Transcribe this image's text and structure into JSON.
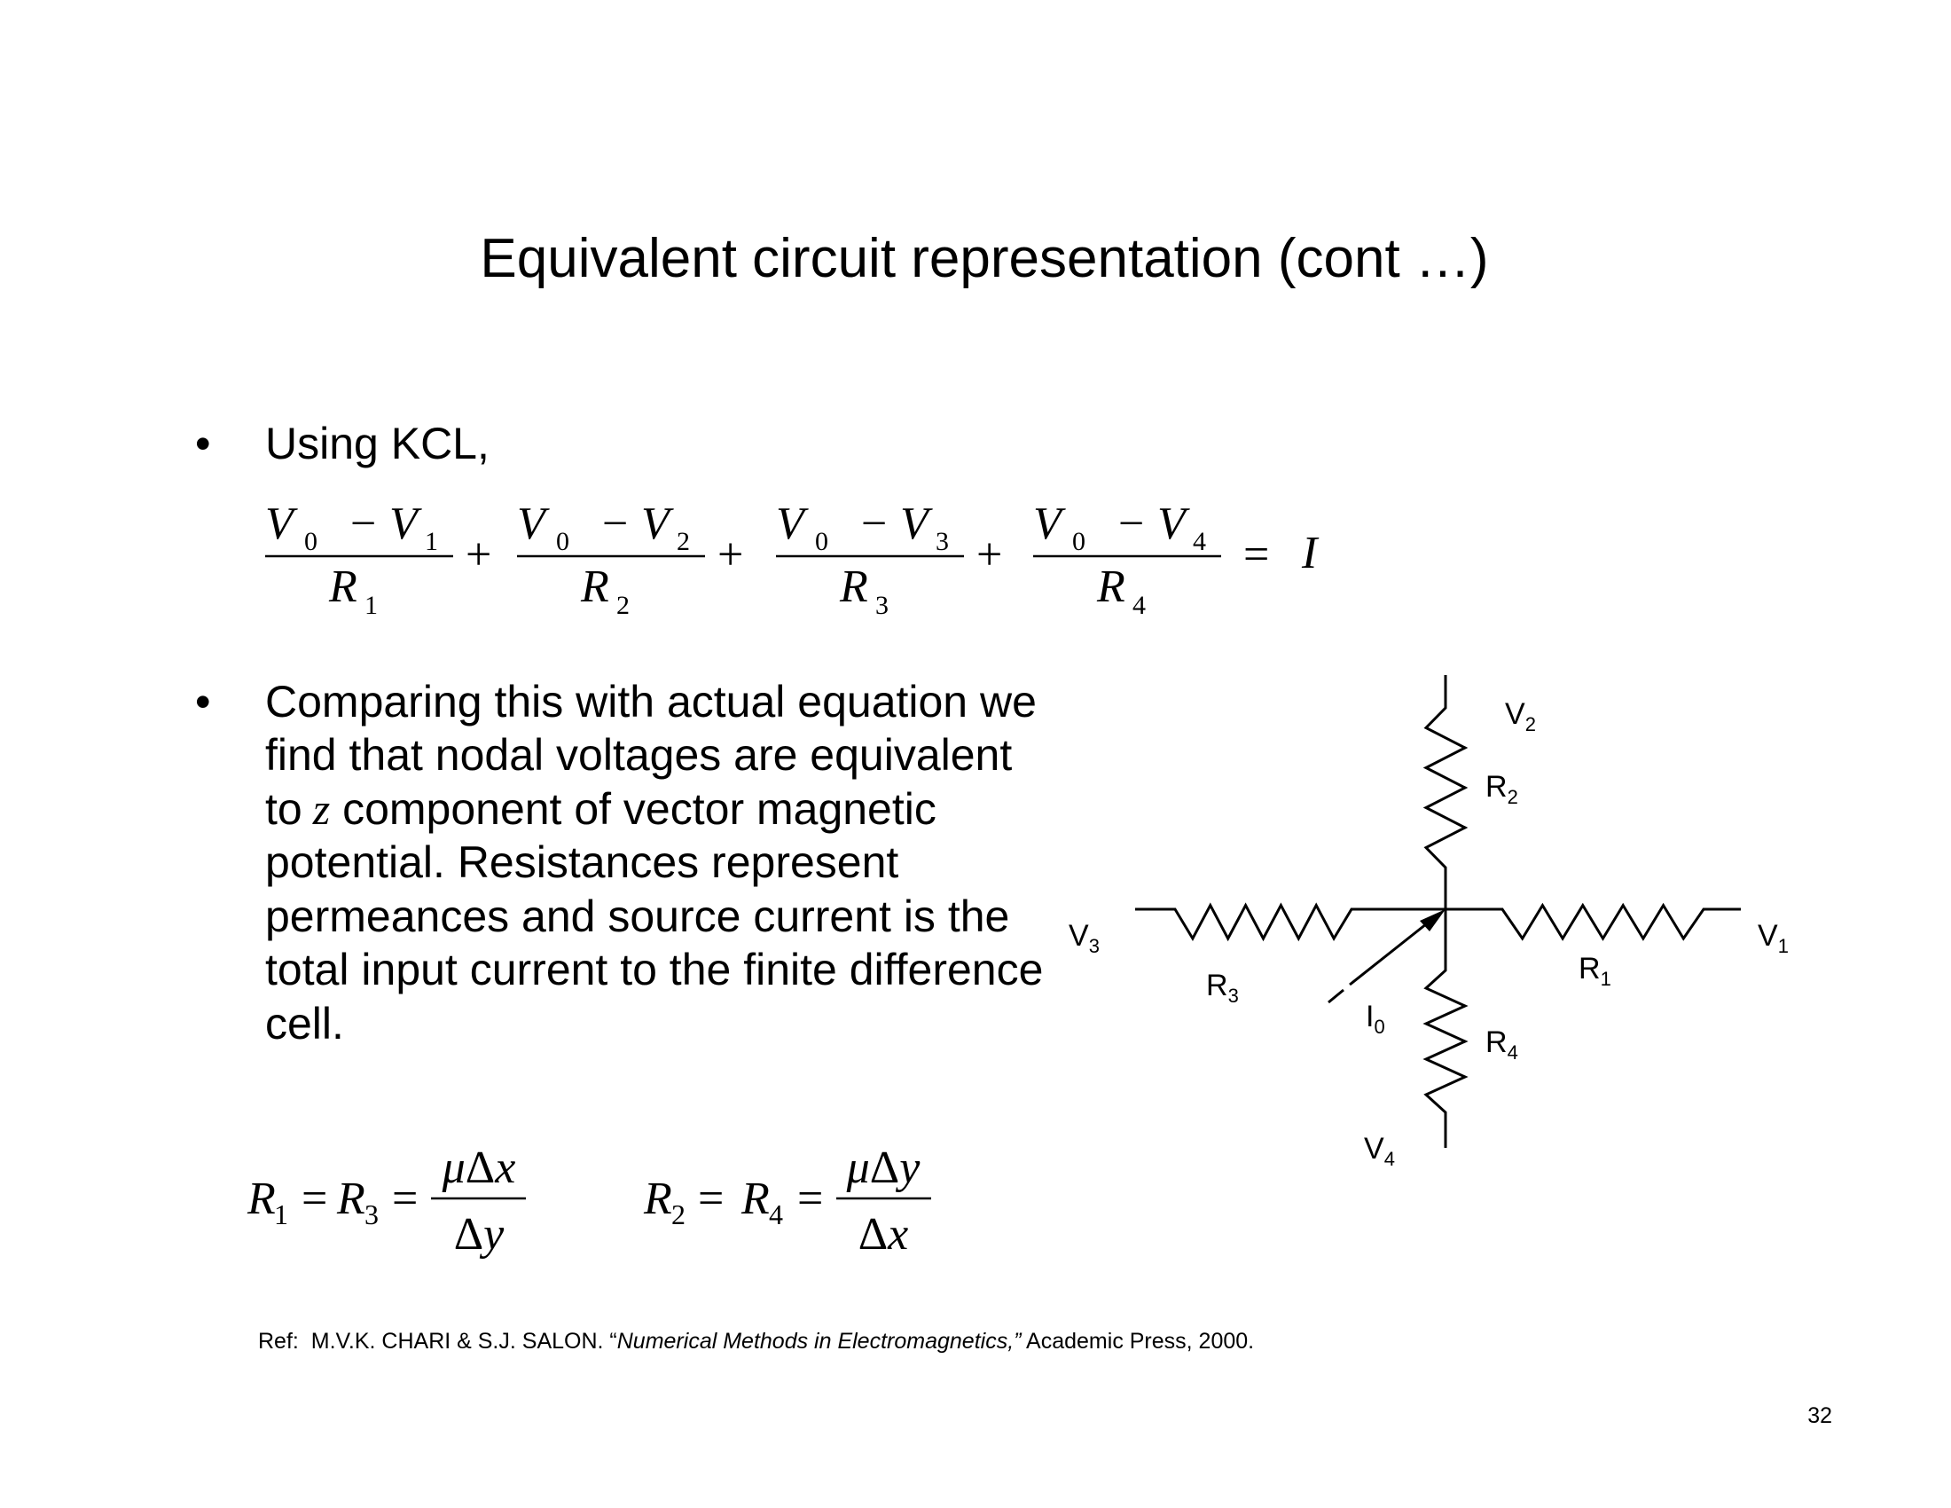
{
  "title": "Equivalent circuit representation (cont …)",
  "bullets": [
    {
      "marker": "•",
      "lines": [
        "Using KCL,"
      ]
    },
    {
      "marker": "•",
      "lines": [
        "Comparing this with actual equation we",
        "find that nodal voltages are equivalent",
        "to",
        "potential. Resistances represent",
        "permeances and source current is the",
        "total input current to the finite difference",
        "cell."
      ],
      "italic_var": "z",
      "line3_rest": " component of vector magnetic"
    }
  ],
  "kcl": {
    "terms": [
      {
        "a": "V",
        "a_sub": "0",
        "op": "−",
        "b": "V",
        "b_sub": "1",
        "den": "R",
        "den_sub": "1"
      },
      {
        "a": "V",
        "a_sub": "0",
        "op": "−",
        "b": "V",
        "b_sub": "2",
        "den": "R",
        "den_sub": "2"
      },
      {
        "a": "V",
        "a_sub": "0",
        "op": "−",
        "b": "V",
        "b_sub": "3",
        "den": "R",
        "den_sub": "3"
      },
      {
        "a": "V",
        "a_sub": "0",
        "op": "−",
        "b": "V",
        "b_sub": "4",
        "den": "R",
        "den_sub": "4"
      }
    ],
    "plus": "+",
    "equals": "=",
    "rhs": "I"
  },
  "resistance_eqs": [
    {
      "r1": "R",
      "r1_sub": "1",
      "eq": "=",
      "r2": "R",
      "r2_sub": "3",
      "num_mu": "μ",
      "num_delta": "Δ",
      "num_var": "x",
      "den_delta": "Δ",
      "den_var": "y"
    },
    {
      "r1": "R",
      "r1_sub": "2",
      "eq": "=",
      "r2": "R",
      "r2_sub": "4",
      "num_mu": "μ",
      "num_delta": "Δ",
      "num_var": "y",
      "den_delta": "Δ",
      "den_var": "x"
    }
  ],
  "circuit": {
    "labels": [
      {
        "main": "V",
        "sub": "2"
      },
      {
        "main": "R",
        "sub": "2"
      },
      {
        "main": "V",
        "sub": "3"
      },
      {
        "main": "V",
        "sub": "1"
      },
      {
        "main": "R",
        "sub": "1"
      },
      {
        "main": "R",
        "sub": "3"
      },
      {
        "main": "I",
        "sub": "0"
      },
      {
        "main": "R",
        "sub": "4"
      },
      {
        "main": "V",
        "sub": "4"
      }
    ]
  },
  "reference": {
    "prefix": "Ref:  M.V.K. CHARI & S.J. SALON. “",
    "title": "Numerical Methods in Electromagnetics,”",
    "suffix": " Academic Press, 2000."
  },
  "page_number": "32"
}
